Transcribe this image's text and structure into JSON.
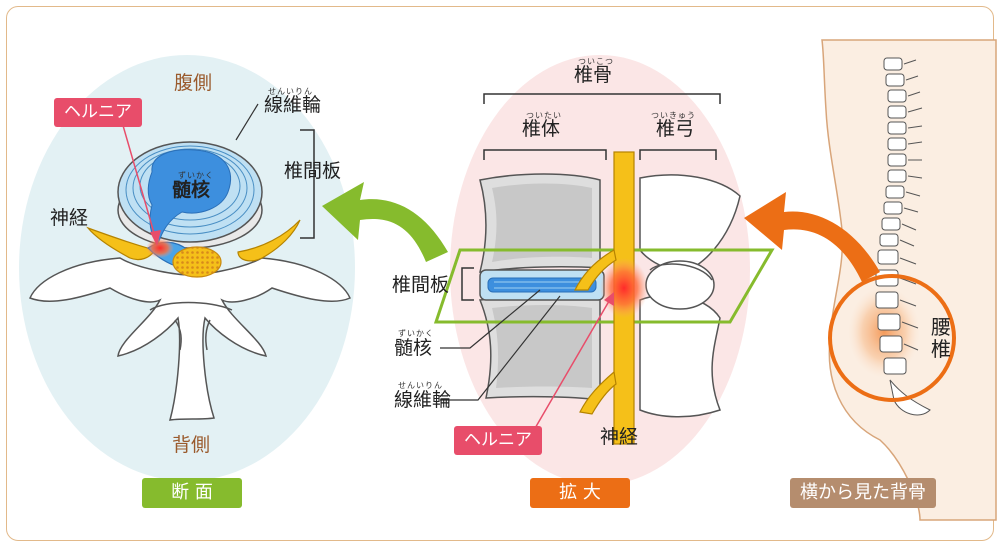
{
  "section_cross": {
    "label": "断 面",
    "anterior": "腹側",
    "posterior": "背側",
    "hernia": "ヘルニア",
    "nerve": "神経",
    "annulus": "線維輪",
    "annulus_ruby": "せんいりん",
    "nucleus": "髄核",
    "nucleus_ruby": "ずいかく",
    "disc": "椎間板"
  },
  "section_zoom": {
    "label": "拡 大",
    "vertebra": "椎骨",
    "vertebra_ruby": "ついこつ",
    "body": "椎体",
    "body_ruby": "ついたい",
    "arch": "椎弓",
    "arch_ruby": "ついきゅう",
    "disc": "椎間板",
    "nucleus": "髄核",
    "nucleus_ruby": "ずいかく",
    "annulus": "線維輪",
    "annulus_ruby": "せんいりん",
    "hernia": "ヘルニア",
    "nerve": "神経"
  },
  "section_side": {
    "label": "横から見た背骨",
    "lumbar": "腰椎"
  },
  "colors": {
    "frame": "#e2b98a",
    "hernia_tag": "#e84d6a",
    "label_green": "#86bb2d",
    "label_orange": "#ec6e15",
    "label_tan": "#b58d6e",
    "arrow_green": "#86bb2d",
    "arrow_orange": "#ec6e15",
    "nerve_yellow": "#f5c019",
    "nucleus_blue": "#3d8fde",
    "bg_blue": "#e3f1f4",
    "bg_pink": "#fbe6e6",
    "skin": "#fbeee2"
  }
}
